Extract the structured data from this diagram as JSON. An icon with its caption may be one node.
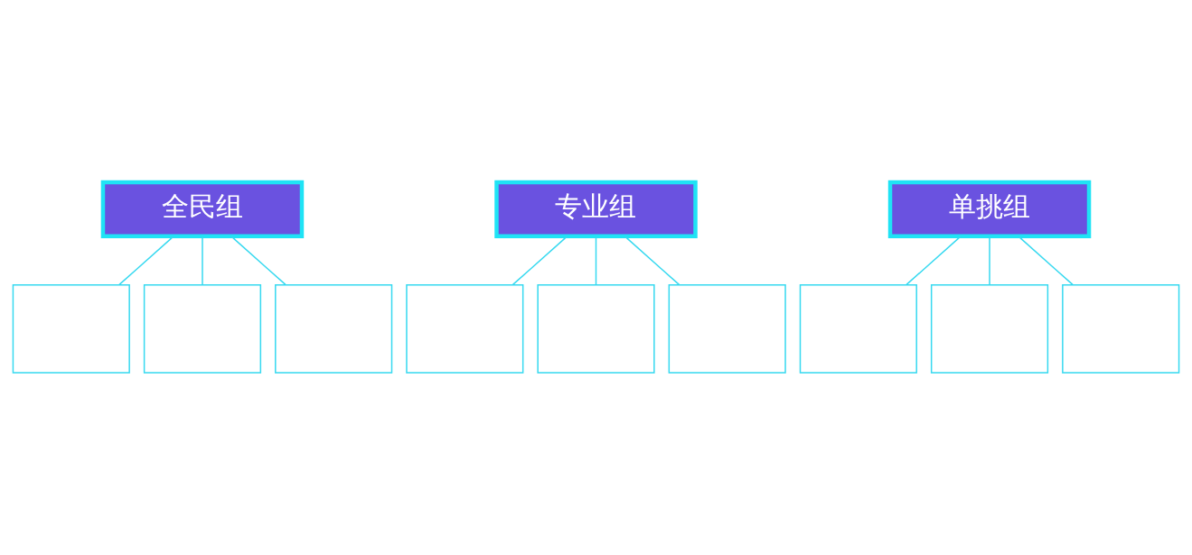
{
  "diagram": {
    "nodes": [
      {
        "text": [
          "全民组"
        ]
      },
      {
        "text": [
          "专业组"
        ]
      },
      {
        "text": [
          "单挑组"
        ]
      },
      {
        "text": [],
        "shape": "box"
      },
      {
        "text": [],
        "shape": "box"
      },
      {
        "text": [],
        "shape": "box"
      },
      {
        "text": [],
        "shape": "box"
      },
      {
        "text": [],
        "shape": "box"
      },
      {
        "text": [],
        "shape": "box"
      },
      {
        "text": [],
        "shape": "box"
      },
      {
        "text": [],
        "shape": "box"
      },
      {
        "text": [],
        "shape": "box"
      }
    ],
    "edges": [
      {
        "from": 0,
        "to": 3,
        "arrow": "none"
      },
      {
        "from": 0,
        "to": 4,
        "arrow": "none"
      },
      {
        "from": 0,
        "to": 5,
        "arrow": "none"
      },
      {
        "from": 1,
        "to": 6,
        "arrow": "none"
      },
      {
        "from": 1,
        "to": 7,
        "arrow": "none"
      },
      {
        "from": 1,
        "to": 8,
        "arrow": "none"
      },
      {
        "from": 2,
        "to": 9,
        "arrow": "none"
      },
      {
        "from": 2,
        "to": 10,
        "arrow": "none"
      },
      {
        "from": 2,
        "to": 11,
        "arrow": "none"
      }
    ]
  }
}
